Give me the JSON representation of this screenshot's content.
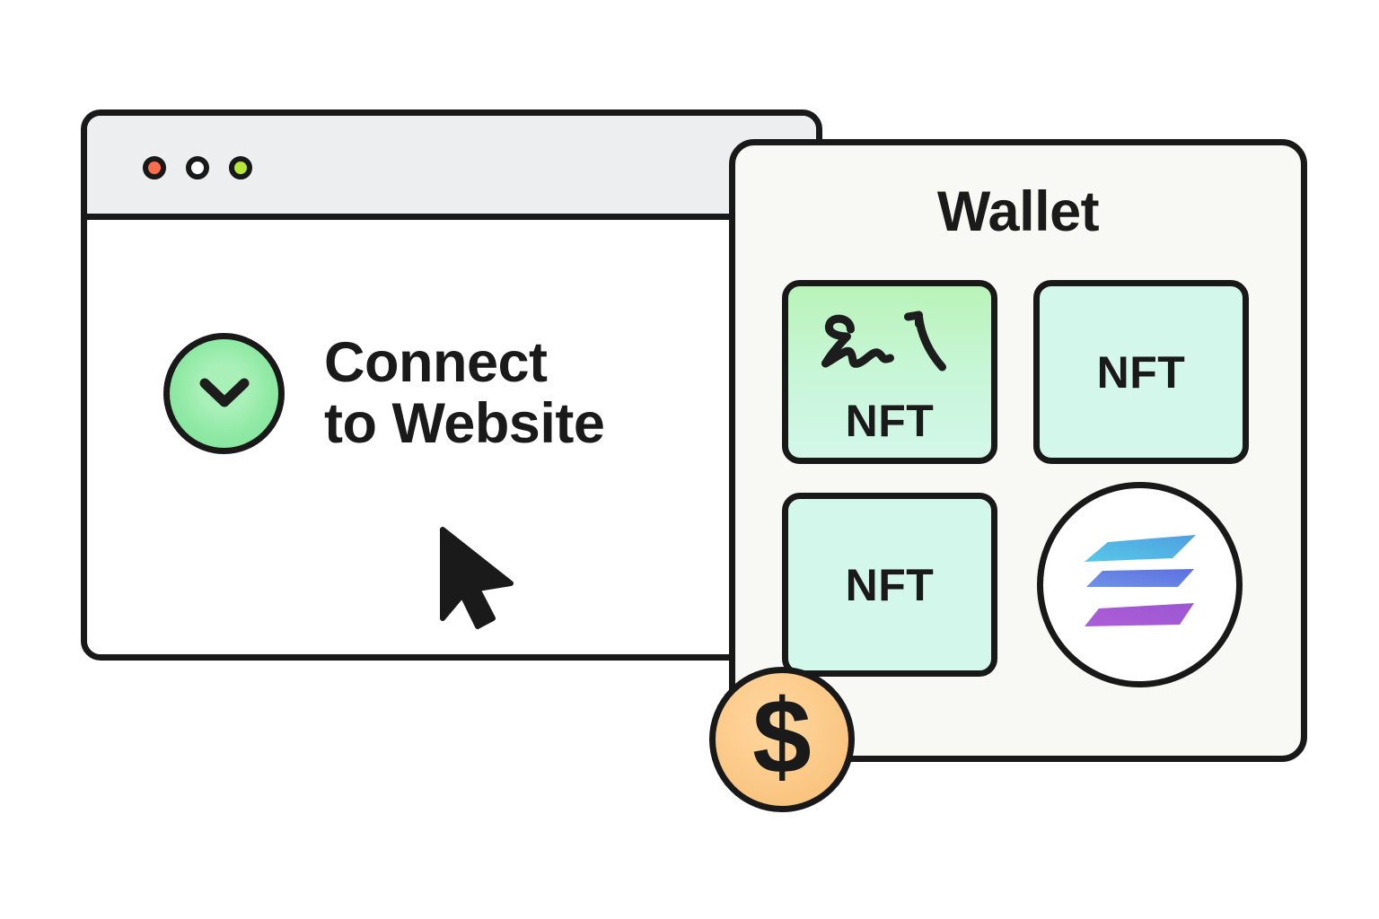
{
  "browser_window": {
    "traffic_lights": [
      {
        "name": "close",
        "color": "#fb6d4c"
      },
      {
        "name": "minimize",
        "color": "#ffffff"
      },
      {
        "name": "maximize",
        "color": "#b7e838"
      }
    ],
    "connect": {
      "icon": "chevron-down-icon",
      "badge_color": "#8de8a2",
      "label": "Connect\nto Website"
    },
    "cursor": "mouse-pointer-icon"
  },
  "wallet_panel": {
    "title": "Wallet",
    "background": "#f8f8f5",
    "items": [
      {
        "type": "nft",
        "label": "NFT",
        "art": "scribble-doodle",
        "color": "#b9f3b9"
      },
      {
        "type": "nft",
        "label": "NFT",
        "art": null,
        "color": "#d3f7ea"
      },
      {
        "type": "nft",
        "label": "NFT",
        "art": null,
        "color": "#d3f7ea"
      },
      {
        "type": "token",
        "label": "solana-logo",
        "color": "#ffffff"
      }
    ]
  },
  "coin": {
    "symbol": "$",
    "color": "#fbc987",
    "name": "dollar-coin"
  }
}
